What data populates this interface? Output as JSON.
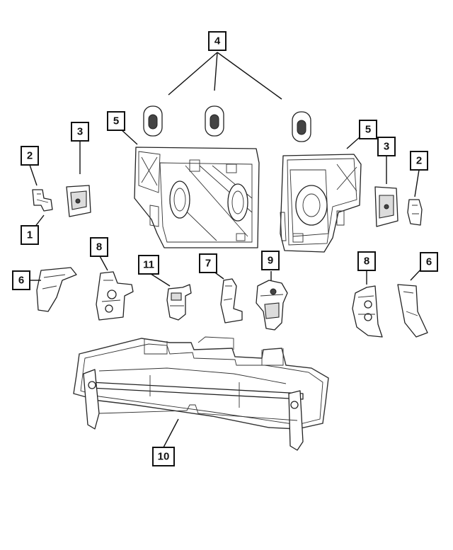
{
  "callouts": {
    "c1": "1",
    "c2_left": "2",
    "c2_right": "2",
    "c3_left": "3",
    "c3_right": "3",
    "c4": "4",
    "c5_left": "5",
    "c5_right": "5",
    "c6_left": "6",
    "c6_right": "6",
    "c7": "7",
    "c8_left": "8",
    "c8_right": "8",
    "c9": "9",
    "c10": "10",
    "c11": "11"
  }
}
